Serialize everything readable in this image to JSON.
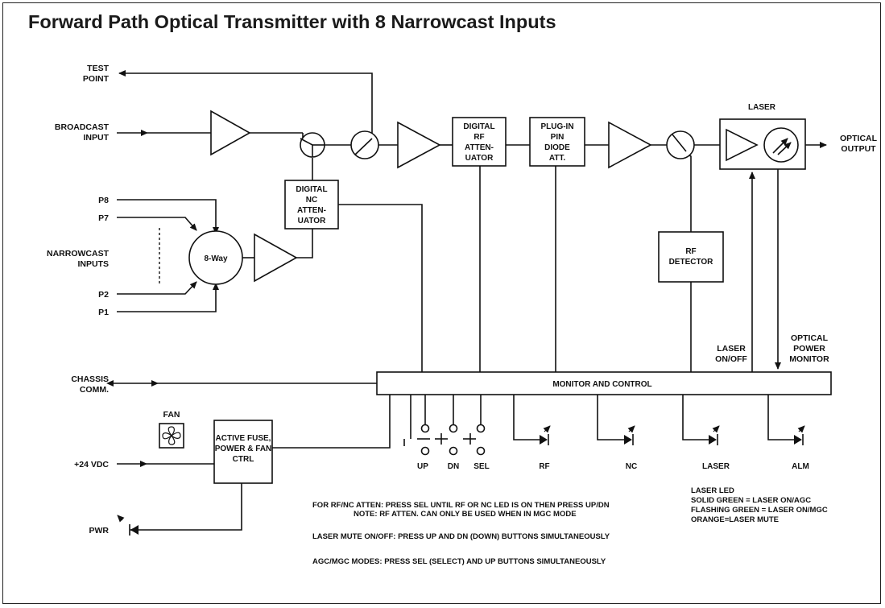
{
  "title": "Forward Path Optical Transmitter with 8 Narrowcast Inputs",
  "inputs": {
    "test_point": [
      "TEST",
      "POINT"
    ],
    "broadcast": [
      "BROADCAST",
      "INPUT"
    ],
    "p8": "P8",
    "p7": "P7",
    "narrowcast": [
      "NARROWCAST",
      "INPUTS"
    ],
    "p2": "P2",
    "p1": "P1",
    "chassis": [
      "CHASSIS",
      "COMM."
    ],
    "vdc": "+24 VDC",
    "pwr": "PWR",
    "fan": "FAN"
  },
  "blocks": {
    "nc_atten": [
      "DIGITAL",
      "NC",
      "ATTEN-",
      "UATOR"
    ],
    "rf_atten": [
      "DIGITAL",
      "RF",
      "ATTEN-",
      "UATOR"
    ],
    "pin_att": [
      "PLUG-IN",
      "PIN",
      "DIODE",
      "ATT."
    ],
    "combiner": "8-Way",
    "rf_detector": [
      "RF",
      "DETECTOR"
    ],
    "laser": "LASER",
    "monitor": "MONITOR AND CONTROL",
    "power": [
      "ACTIVE FUSE,",
      "POWER & FAN",
      "CTRL"
    ]
  },
  "outputs": {
    "optical_output": [
      "OPTICAL",
      "OUTPUT"
    ],
    "laser_onoff": [
      "LASER",
      "ON/OFF"
    ],
    "opt_power_monitor": [
      "OPTICAL",
      "POWER",
      "MONITOR"
    ]
  },
  "buttons": {
    "up": "UP",
    "dn": "DN",
    "sel": "SEL"
  },
  "leds": {
    "rf": "RF",
    "nc": "NC",
    "laser": "LASER",
    "alm": "ALM"
  },
  "notes": {
    "atten_1": "FOR RF/NC ATTEN: PRESS SEL UNTIL RF OR NC LED IS ON THEN PRESS UP/DN",
    "atten_2": "NOTE: RF ATTEN. CAN ONLY BE USED WHEN IN MGC MODE",
    "mute": "LASER MUTE ON/OFF: PRESS UP AND DN (DOWN) BUTTONS SIMULTANEOUSLY",
    "agc": "AGC/MGC MODES: PRESS SEL (SELECT) AND UP BUTTONS SIMULTANEOUSLY",
    "led_legend": [
      "LASER LED",
      "SOLID GREEN = LASER ON/AGC",
      "FLASHING GREEN = LASER ON/MGC",
      "ORANGE=LASER MUTE"
    ]
  }
}
